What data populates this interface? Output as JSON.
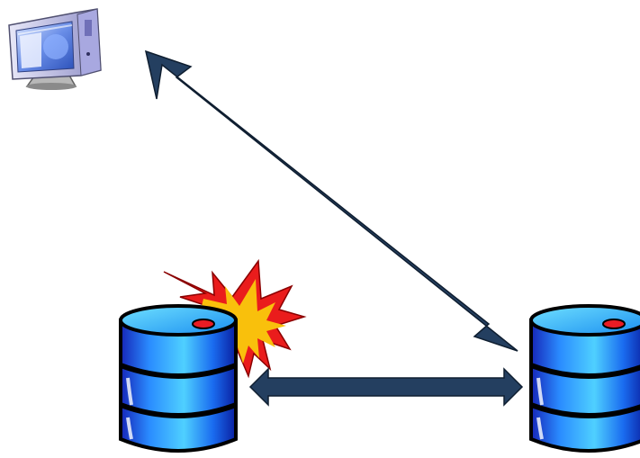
{
  "diagram": {
    "nodes": [
      {
        "id": "client",
        "icon": "computer-monitor-icon"
      },
      {
        "id": "db-primary",
        "icon": "database-barrel-icon",
        "status": "failed"
      },
      {
        "id": "db-replica",
        "icon": "database-barrel-icon"
      }
    ],
    "links": [
      {
        "from": "client",
        "to": "db-replica",
        "direction": "bidirectional"
      },
      {
        "from": "db-primary",
        "to": "db-replica",
        "direction": "bidirectional"
      }
    ],
    "failure_marker": {
      "icon": "explosion-burst-icon",
      "on": "db-primary"
    },
    "colors": {
      "arrow": "#243f60",
      "barrel": "#1a6cf0",
      "barrel_light": "#3ec9f5",
      "barrel_dark": "#0a1fa0",
      "cap": "#e81c24",
      "burst_outer": "#ea1c1c",
      "burst_inner": "#f9c00c",
      "monitor_frame": "#a8a8d8",
      "monitor_screen": "#3060c8"
    }
  }
}
